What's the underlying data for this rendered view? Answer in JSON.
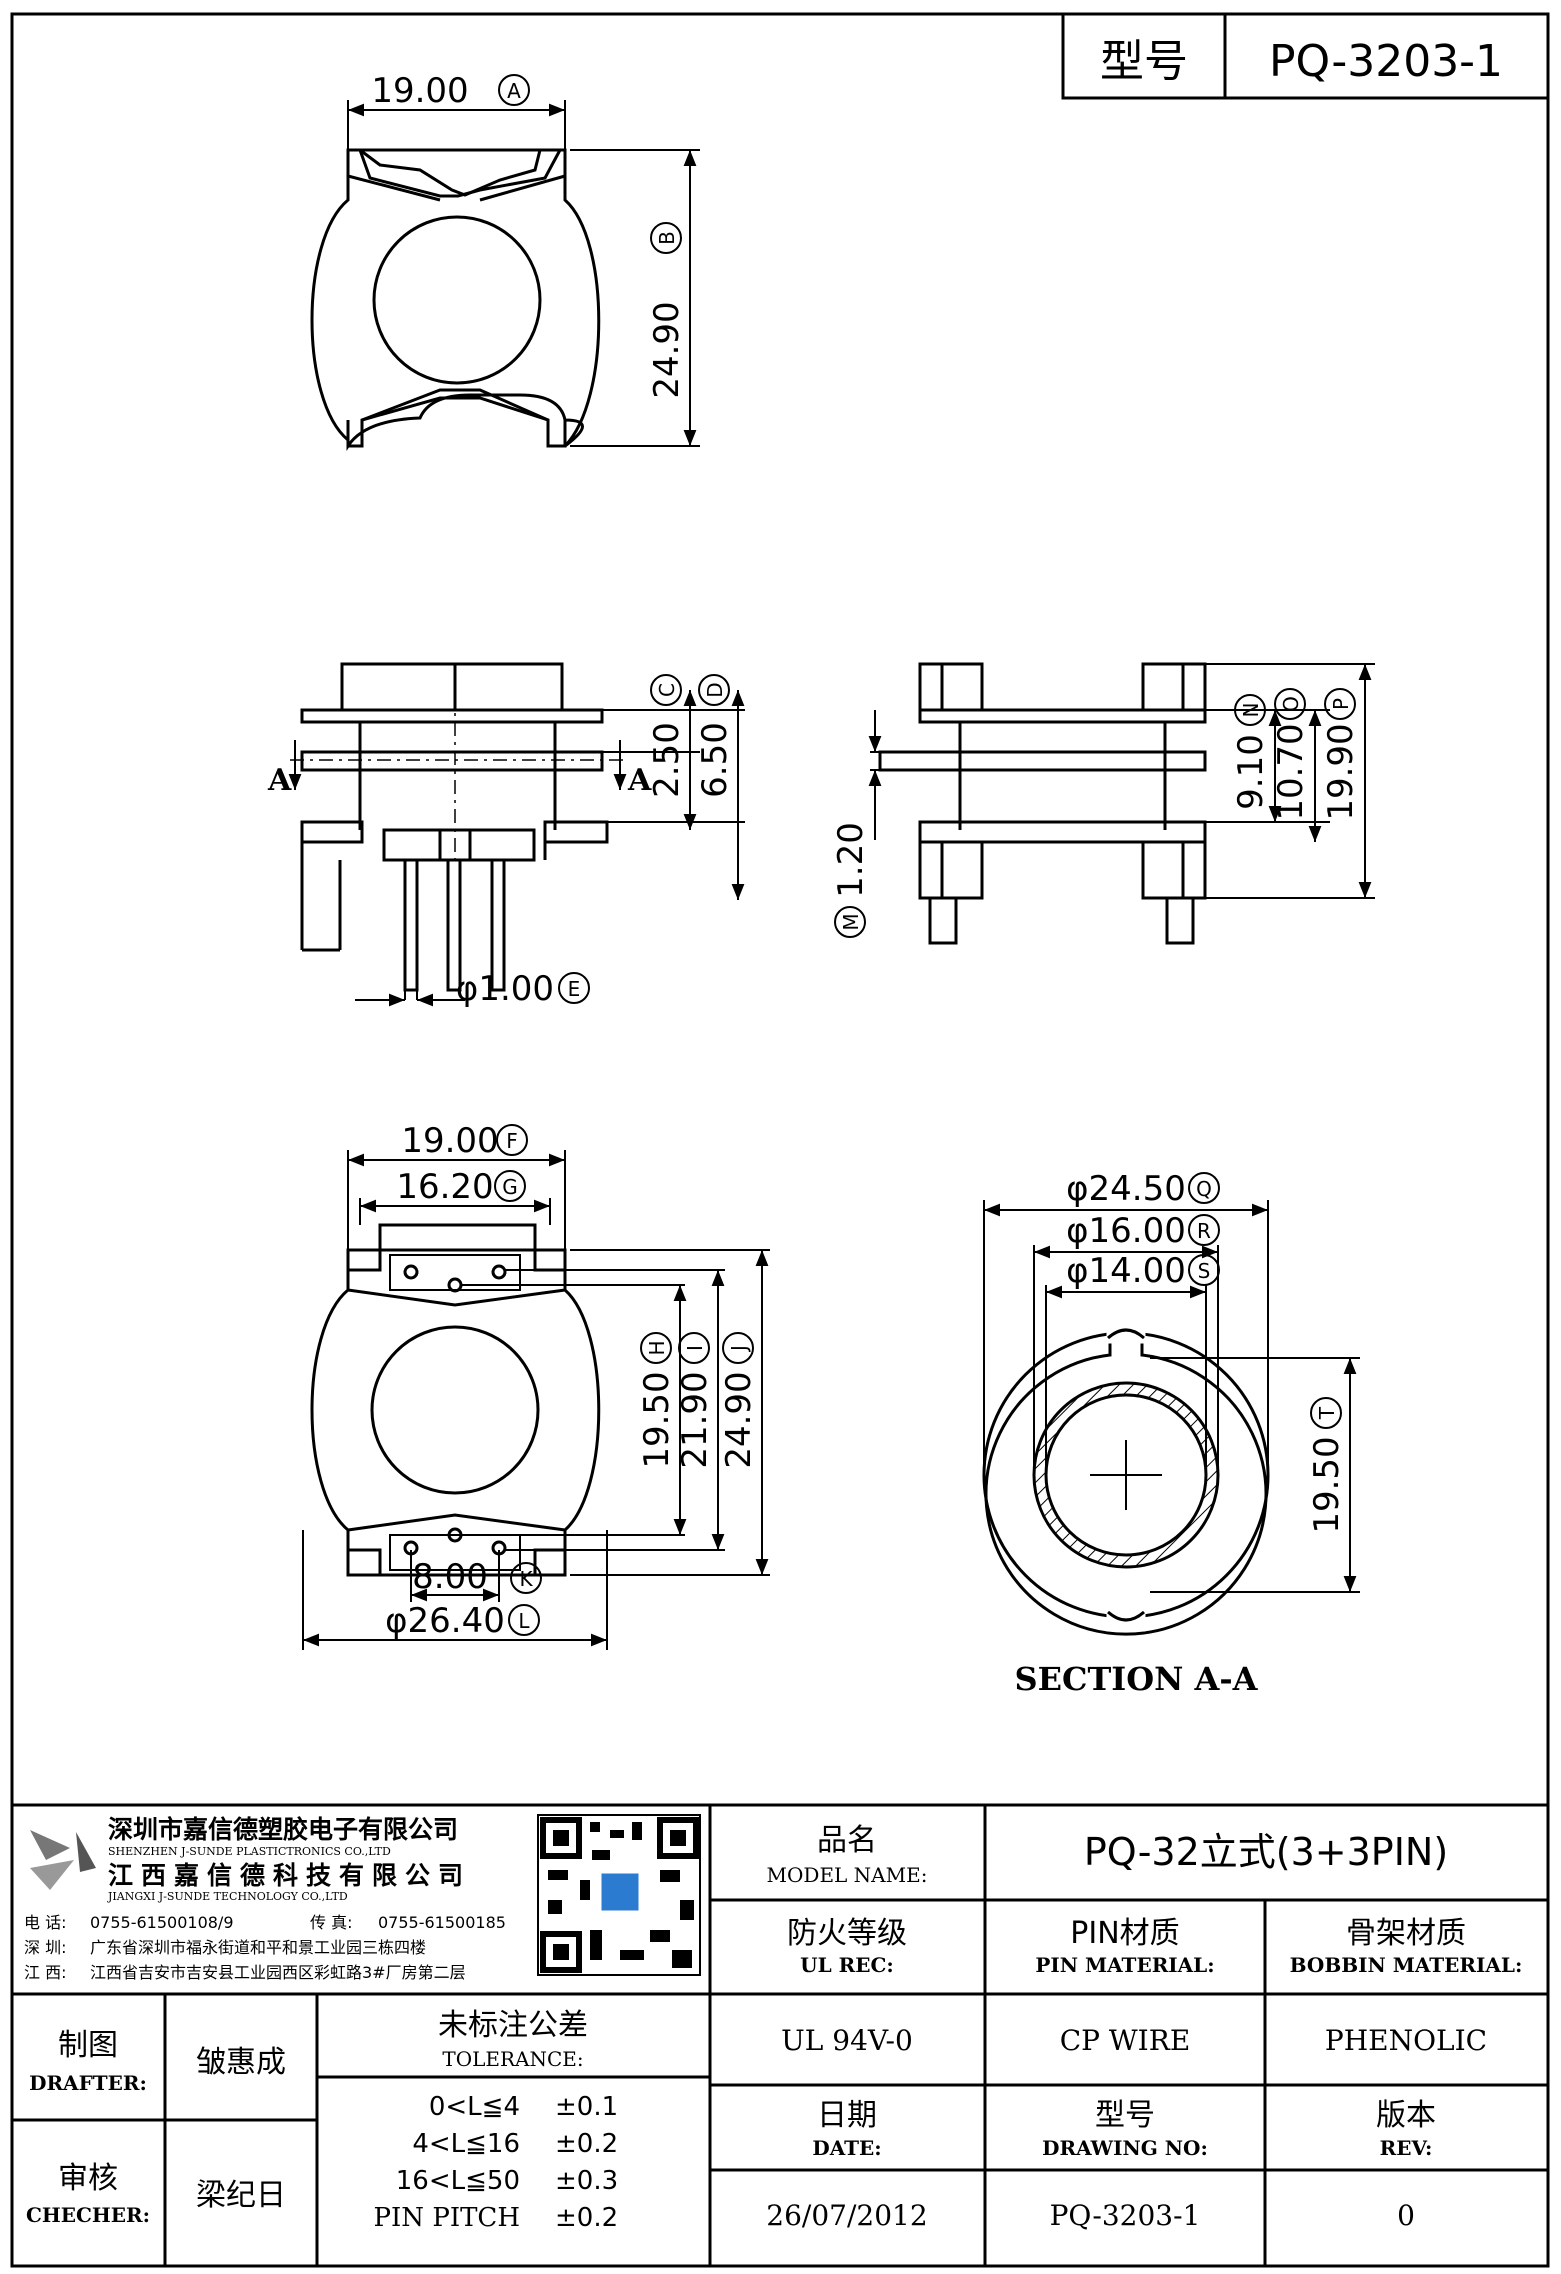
{
  "header": {
    "model_label": "型号",
    "model_value": "PQ-3203-1"
  },
  "dims": {
    "A": "19.00",
    "B": "24.90",
    "C": "2.50",
    "D": "6.50",
    "E": "φ1.00",
    "F": "19.00",
    "G": "16.20",
    "H": "19.50",
    "I": "21.90",
    "J": "24.90",
    "K": "8.00",
    "L": "φ26.40",
    "M": "1.20",
    "N": "9.10",
    "O": "10.70",
    "P": "19.90",
    "Q": "φ24.50",
    "R": "φ16.00",
    "S": "φ14.00",
    "T": "19.50"
  },
  "markers": {
    "A": "A",
    "B": "B",
    "C": "C",
    "D": "D",
    "E": "E",
    "F": "F",
    "G": "G",
    "H": "H",
    "I": "I",
    "J": "J",
    "K": "K",
    "L": "L",
    "M": "M",
    "N": "N",
    "O": "O",
    "P": "P",
    "Q": "Q",
    "R": "R",
    "S": "S",
    "T": "T"
  },
  "section_label": "SECTION A-A",
  "section_arrow_left": "A",
  "section_arrow_right": "A",
  "company": {
    "name_sz": "深圳市嘉信德塑胶电子有限公司",
    "name_sz_en": "SHENZHEN J-SUNDE PLASTICTRONICS CO.,LTD",
    "name_jx": "江西嘉信德科技有限公司",
    "name_jx_en": "JIANGXI J-SUNDE TECHNOLOGY CO.,LTD",
    "phone_label": "电 话:",
    "phone": "0755-61500108/9",
    "fax_label": "传 真:",
    "fax": "0755-61500185",
    "addr_sz_label": "深 圳:",
    "addr_sz": "广东省深圳市福永街道和平和景工业园三栋四楼",
    "addr_jx_label": "江 西:",
    "addr_jx": "江西省吉安市吉安县工业园西区彩虹路3#厂房第二层"
  },
  "title_block": {
    "model_name_cn": "品名",
    "model_name_en": "MODEL NAME:",
    "model_name_value": "PQ-32立式(3+3PIN)",
    "ul_cn": "防火等级",
    "ul_en": "UL REC:",
    "pin_mat_cn": "PIN材质",
    "pin_mat_en": "PIN MATERIAL:",
    "bobbin_mat_cn": "骨架材质",
    "bobbin_mat_en": "BOBBIN MATERIAL:",
    "ul_value": "UL 94V-0",
    "pin_value": "CP WIRE",
    "bobbin_value": "PHENOLIC",
    "drafter_cn": "制图",
    "drafter_en": "DRAFTER:",
    "drafter_name": "皱惠成",
    "checker_cn": "审核",
    "checker_en": "CHECHER:",
    "checker_name": "梁纪日",
    "tolerance_cn": "未标注公差",
    "tolerance_en": "TOLERANCE:",
    "tolerances": [
      {
        "range": "0<L≦4",
        "value": "±0.1"
      },
      {
        "range": "4<L≦16",
        "value": "±0.2"
      },
      {
        "range": "16<L≦50",
        "value": "±0.3"
      },
      {
        "range": "PIN PITCH",
        "value": "±0.2"
      }
    ],
    "date_cn": "日期",
    "date_en": "DATE:",
    "date_value": "26/07/2012",
    "drawing_no_cn": "型号",
    "drawing_no_en": "DRAWING NO:",
    "drawing_no_value": "PQ-3203-1",
    "rev_cn": "版本",
    "rev_en": "REV:",
    "rev_value": "0"
  }
}
